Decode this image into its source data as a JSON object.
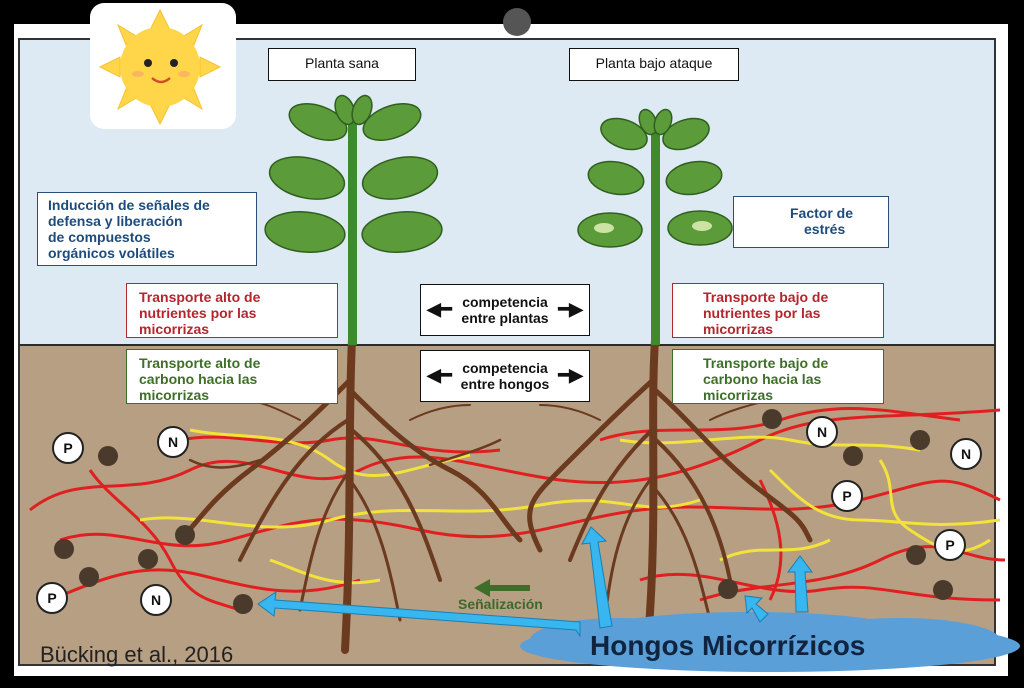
{
  "titles": {
    "healthy": "Planta sana",
    "attacked": "Planta bajo ataque"
  },
  "boxes": {
    "defense": [
      "Inducción de señales de",
      "defensa y liberación",
      "de compuestos",
      "orgánicos volátiles"
    ],
    "stress": [
      "Factor de",
      "estrés"
    ],
    "high_nutrient": [
      "Transporte alto de",
      "nutrientes por las",
      "micorrizas"
    ],
    "low_nutrient": [
      "Transporte bajo de",
      "nutrientes por las",
      "micorrizas"
    ],
    "high_carbon": [
      "Transporte alto de",
      "carbono hacia las",
      "micorrizas"
    ],
    "low_carbon": [
      "Transporte bajo de",
      "carbono hacia las",
      "micorrizas"
    ],
    "plant_competition": [
      "competencia",
      "entre plantas"
    ],
    "fungi_competition": [
      "competencia",
      "entre hongos"
    ]
  },
  "soil": {
    "signal_label": "Señalización",
    "fungi_label": "Hongos Micorrízicos",
    "nutrients": [
      "P",
      "N",
      "P",
      "N",
      "N",
      "N",
      "P",
      "P"
    ]
  },
  "citation": "Bücking et al., 2016",
  "colors": {
    "sky": "#dde9f3",
    "soil": "#b79f83",
    "root": "#6b3a1f",
    "stem": "#3f8a2c",
    "hypha_red": "#e02020",
    "hypha_yellow": "#f2e23a",
    "arrow_blue": "#38b6ef",
    "cloud": "#5a9fd8"
  },
  "icons": [
    "sun-icon",
    "leaf-icon",
    "arrow-right-icon",
    "arrow-left-icon",
    "arrow-up-icon",
    "arrow-down-icon",
    "double-arrow-icon",
    "nutrient-particle-icon",
    "fungi-cloud-icon"
  ]
}
